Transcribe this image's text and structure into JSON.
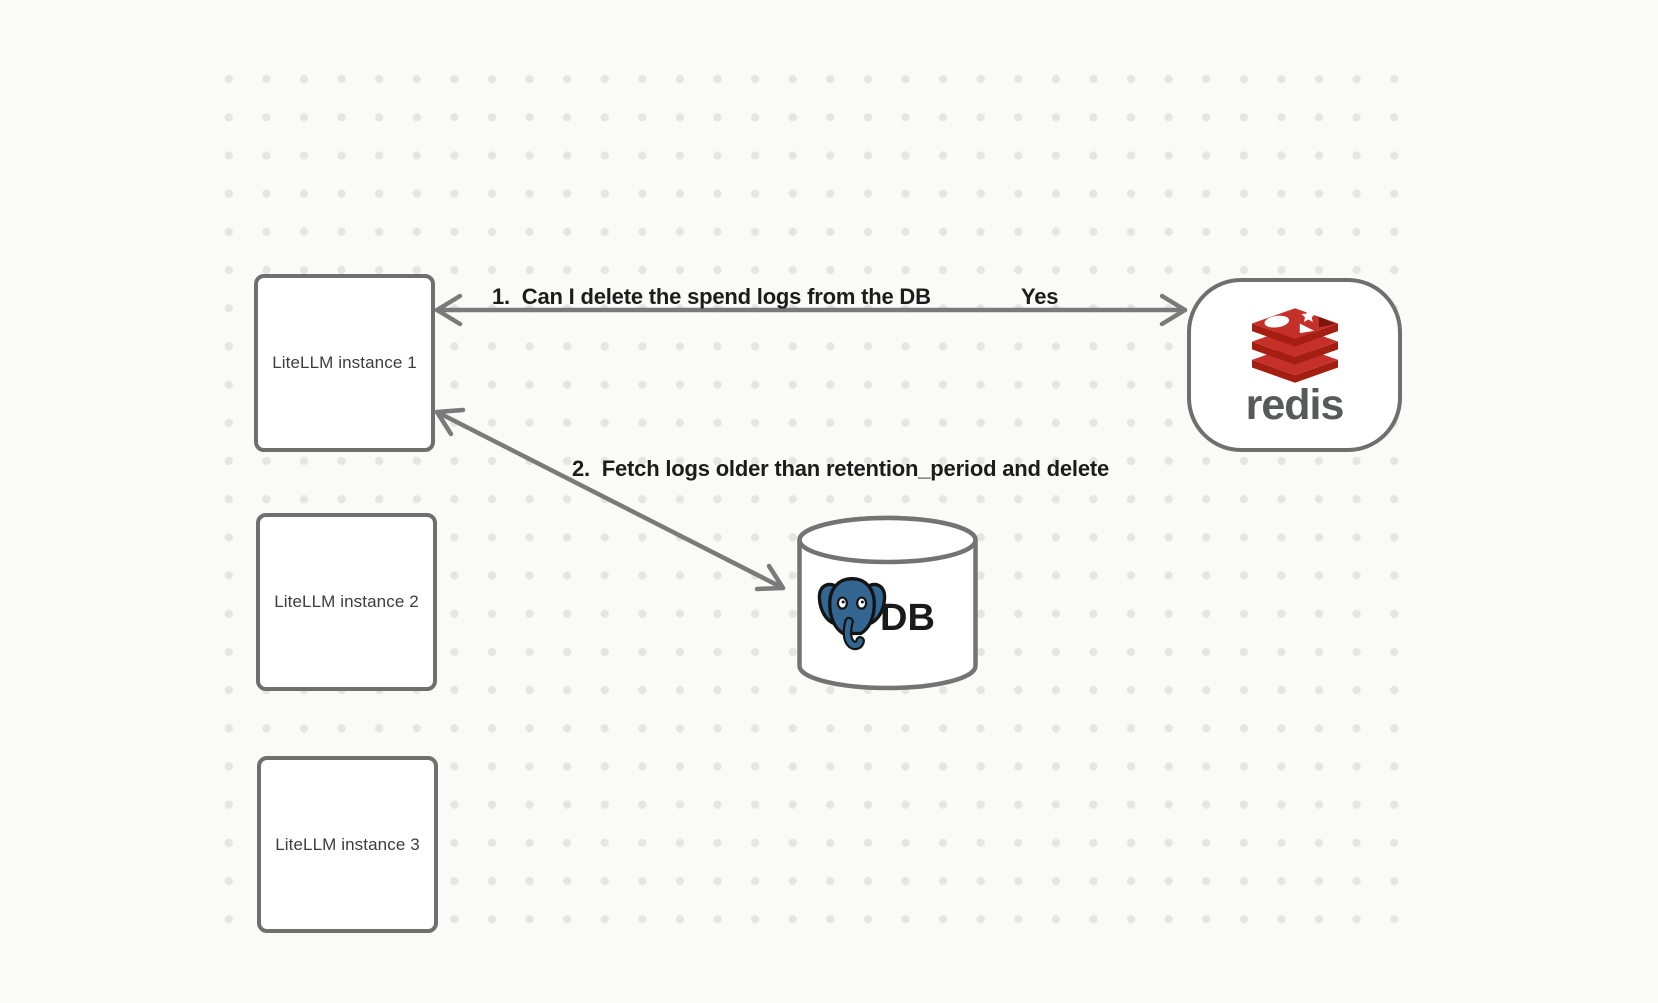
{
  "diagram": {
    "background_color": "#fafaf9",
    "dot_color": "#e5e5e4",
    "stroke_color": "#6f6f6f",
    "arrow_color": "#7a7a7a"
  },
  "instances": [
    {
      "label": "LiteLLM instance 1"
    },
    {
      "label": "LiteLLM instance 2"
    },
    {
      "label": "LiteLLM instance 3"
    }
  ],
  "redis": {
    "wordmark": "redis",
    "brand_red": "#C6302B",
    "brand_red_dark": "#A41E11",
    "wordmark_color": "#58595b"
  },
  "database": {
    "label": "DB",
    "postgres_blue": "#336791"
  },
  "edges": [
    {
      "id": 1,
      "label": "1.  Can I delete the spend logs from the DB",
      "response": "Yes",
      "from": "LiteLLM instance 1",
      "to": "redis",
      "arrowheads": "both"
    },
    {
      "id": 2,
      "label": "2.  Fetch logs older than retention_period and delete",
      "from": "LiteLLM instance 1",
      "to": "DB",
      "arrowheads": "both"
    }
  ]
}
